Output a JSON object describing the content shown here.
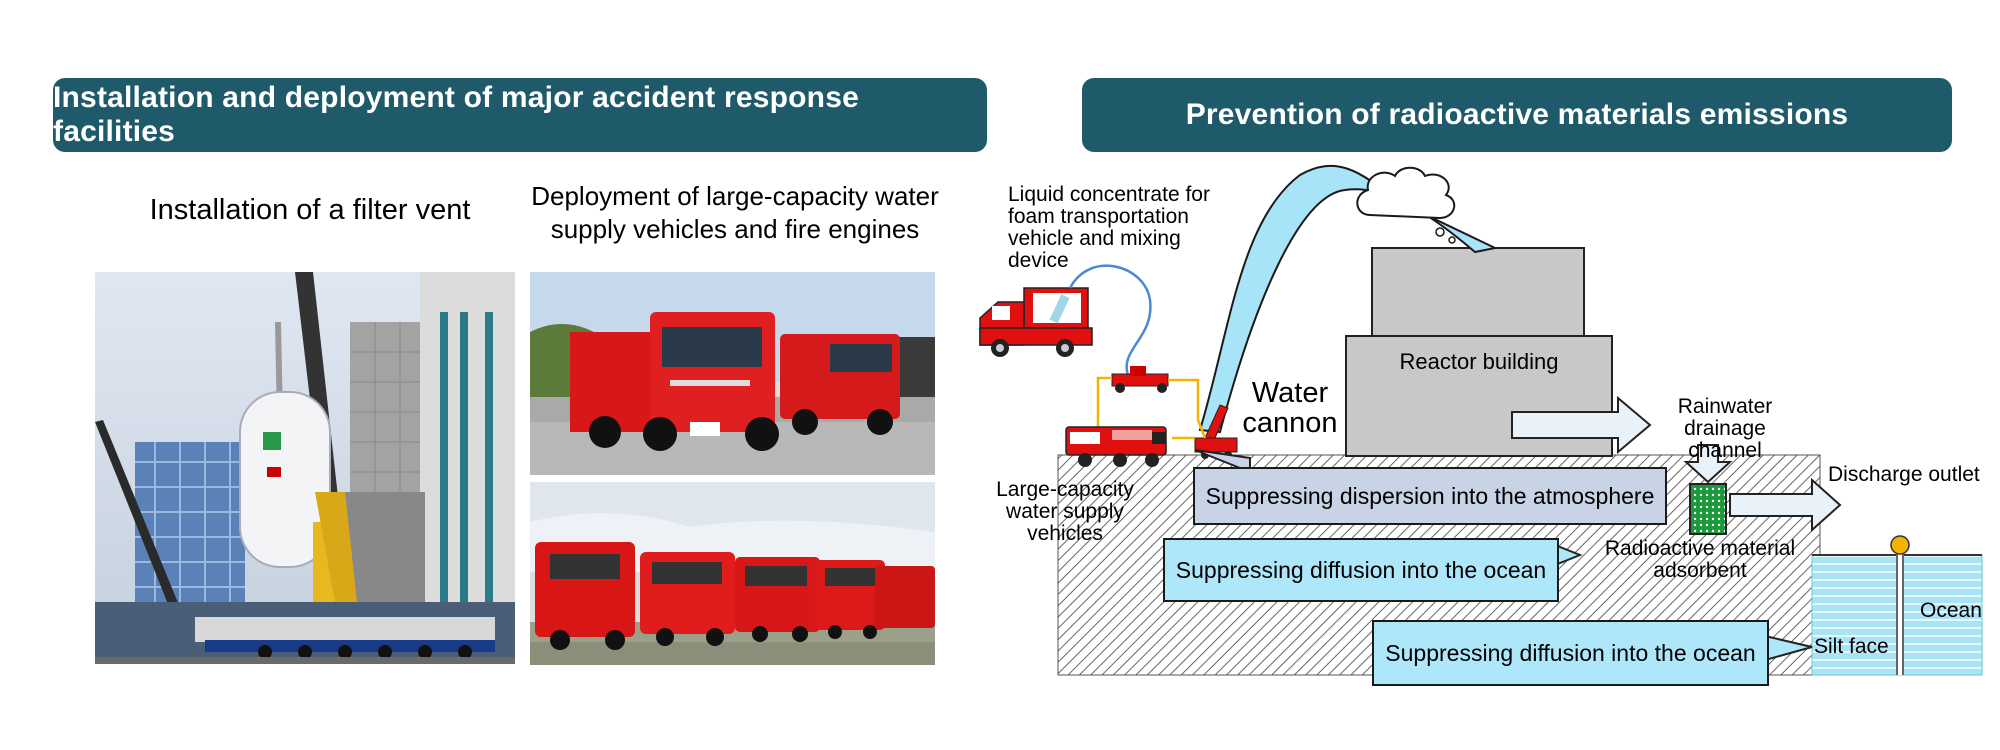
{
  "left_panel": {
    "title": "Installation and deployment of major accident response facilities",
    "filter_vent_caption": "Installation of a filter vent",
    "vehicles_caption_line1": "Deployment of large-capacity water",
    "vehicles_caption_line2": "supply vehicles and fire engines"
  },
  "right_panel": {
    "title": "Prevention of radioactive materials emissions",
    "labels": {
      "foam_line1": "Liquid concentrate for",
      "foam_line2": "foam transportation",
      "foam_line3": "vehicle and mixing",
      "foam_line4": "device",
      "water_cannon_line1": "Water",
      "water_cannon_line2": "cannon",
      "reactor_building": "Reactor building",
      "rainwater_line1": "Rainwater",
      "rainwater_line2": "drainage channel",
      "discharge_outlet": "Discharge outlet",
      "large_cap_line1": "Large-capacity",
      "large_cap_line2": "water supply",
      "large_cap_line3": "vehicles",
      "adsorbent_line1": "Radioactive material",
      "adsorbent_line2": "adsorbent",
      "ocean": "Ocean",
      "silt_fence": "Silt face"
    },
    "callouts": {
      "atmosphere": "Suppressing dispersion into the atmosphere",
      "ocean_1": "Suppressing diffusion into the ocean",
      "ocean_2": "Suppressing diffusion into the ocean"
    }
  },
  "colors": {
    "banner": "#1f5a6a",
    "water": "#a8e4f8",
    "building": "#c8c8c8",
    "callout_blue": "#aee6fa",
    "callout_gray": "#c9d3e6",
    "truck_red": "#e01010",
    "adsorbent_green": "#1a9a3a"
  }
}
